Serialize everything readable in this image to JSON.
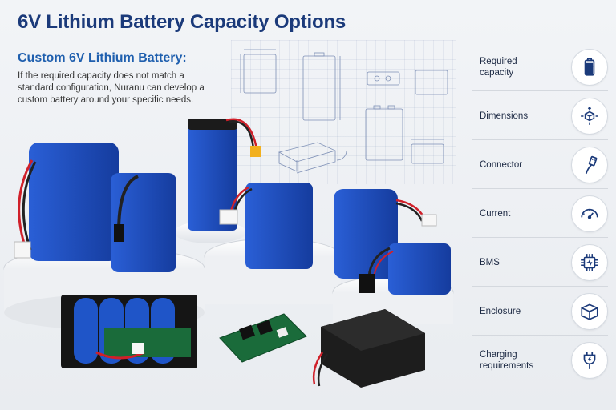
{
  "title": "6V Lithium Battery Capacity Options",
  "intro": {
    "heading": "Custom 6V Lithium Battery:",
    "body": "If the required capacity does not match a standard configuration, Nuranu can develop a custom battery around your specific needs."
  },
  "specs": [
    {
      "label": "Required capacity",
      "icon": "battery-icon"
    },
    {
      "label": "Dimensions",
      "icon": "cube-arrows-icon"
    },
    {
      "label": "Connector",
      "icon": "connector-plug-icon"
    },
    {
      "label": "Current",
      "icon": "gauge-icon"
    },
    {
      "label": "BMS",
      "icon": "chip-icon"
    },
    {
      "label": "Enclosure",
      "icon": "box-icon"
    },
    {
      "label": "Charging requirements",
      "icon": "charging-plug-icon"
    }
  ],
  "colors": {
    "title": "#1b3a7a",
    "accent": "#1f5fae",
    "battery_blue": "#1f4fbf",
    "wire_red": "#d0202a"
  }
}
